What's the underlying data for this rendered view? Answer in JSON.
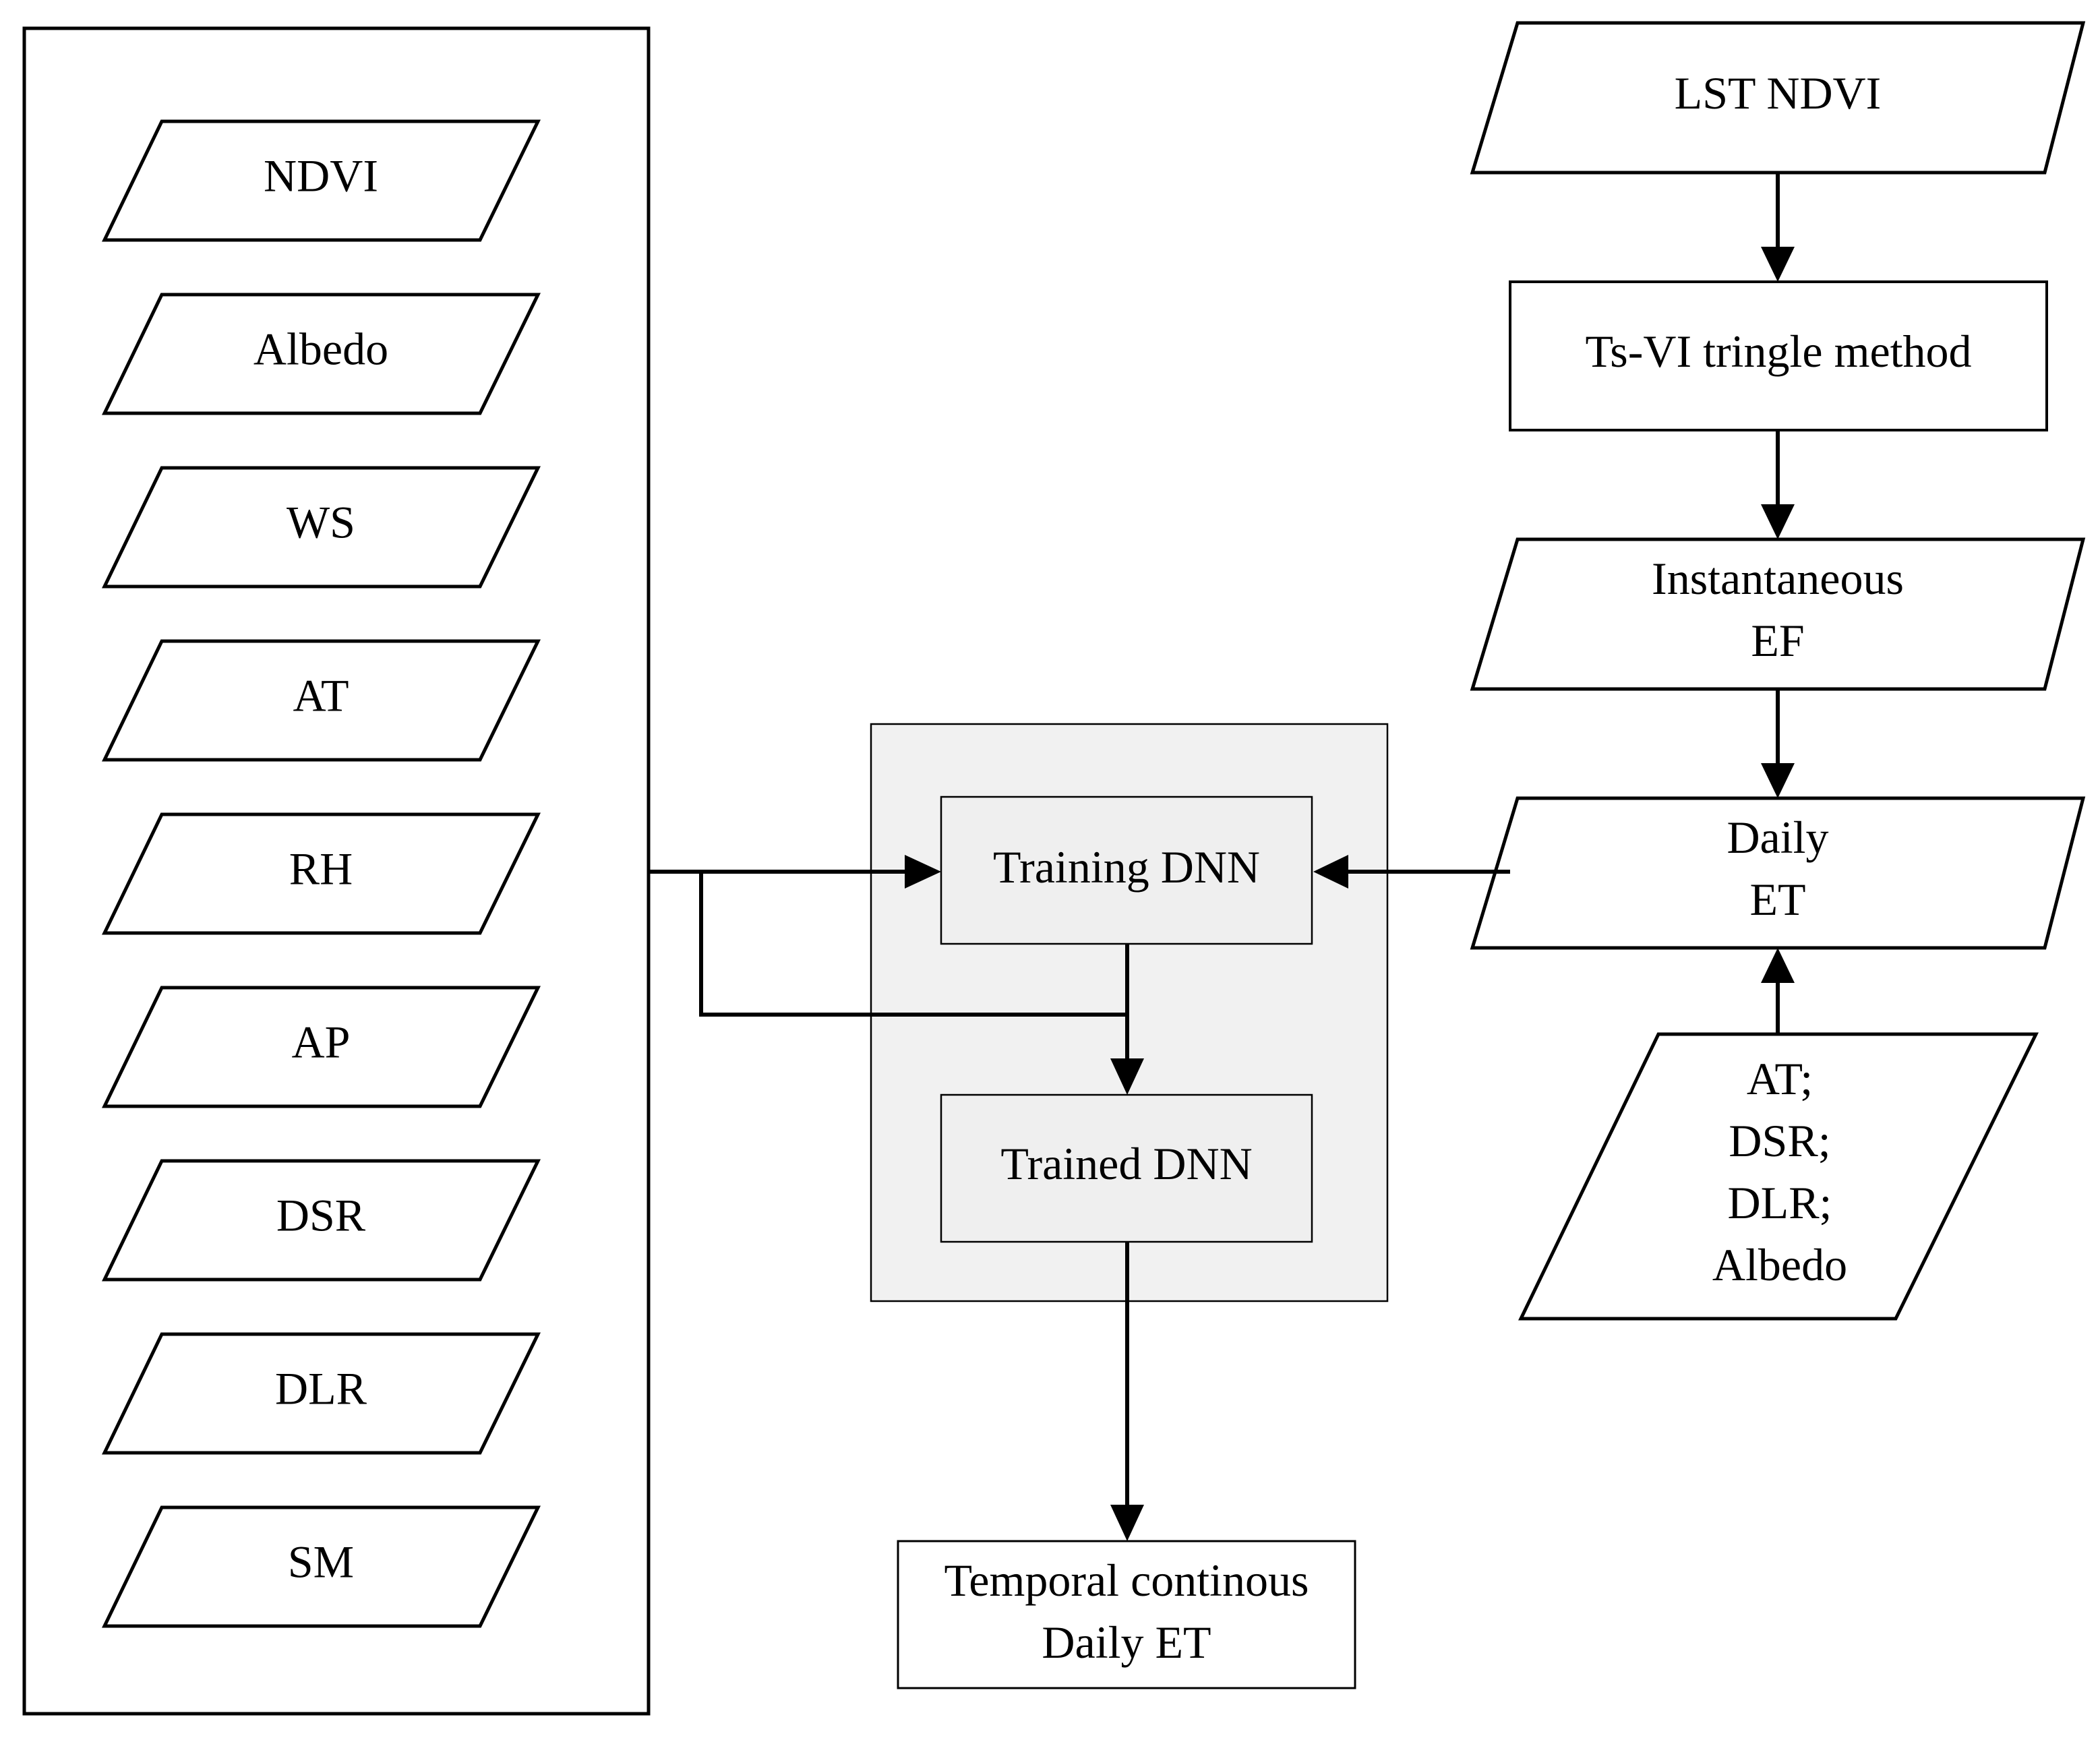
{
  "inputs": {
    "items": [
      "NDVI",
      "Albedo",
      "WS",
      "AT",
      "RH",
      "AP",
      "DSR",
      "DLR",
      "SM"
    ]
  },
  "right_chain": {
    "lst_ndvi": [
      "LST NDVI"
    ],
    "tsvi_method": [
      "Ts-VI tringle method"
    ],
    "instantaneous_ef": [
      "Instantaneous",
      "EF"
    ],
    "daily_et": [
      "Daily",
      "ET"
    ],
    "aux_inputs": [
      "AT;",
      "DSR;",
      "DLR;",
      "Albedo"
    ]
  },
  "dnn": {
    "training": [
      "Training DNN"
    ],
    "trained": [
      "Trained DNN"
    ]
  },
  "output": [
    "Temporal continous",
    "Daily ET"
  ]
}
